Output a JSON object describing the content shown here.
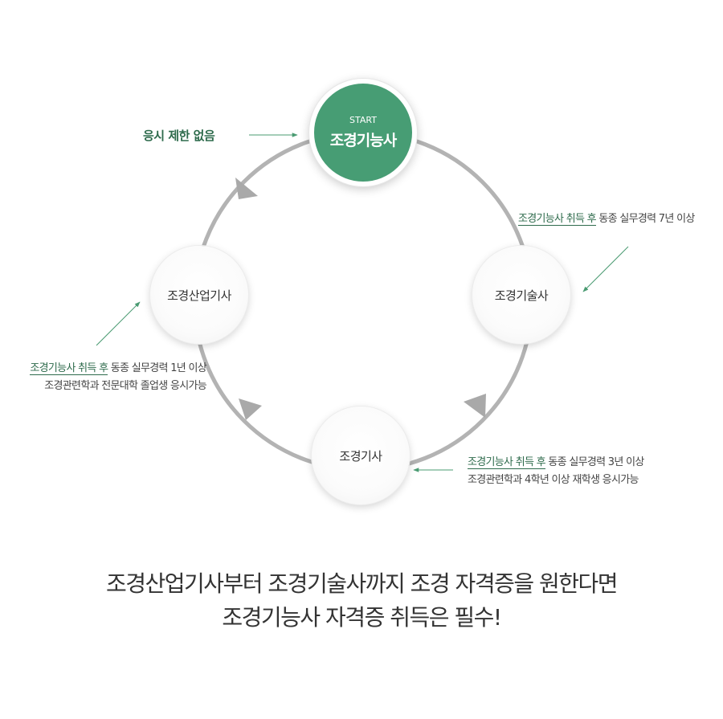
{
  "start_node": {
    "tag": "START",
    "title": "조경기능사"
  },
  "nodes": {
    "industrial_engineer": "조경산업기사",
    "master": "조경기술사",
    "engineer": "조경기사"
  },
  "no_limit_label": "응시 제한 없음",
  "notes": {
    "master": {
      "highlight": "조경기능사 취득 후",
      "rest": " 동종 실무경력 7년 이상"
    },
    "industrial_engineer": {
      "highlight": "조경기능사 취득 후",
      "rest": " 동종 실무경력 1년 이상",
      "line2": "조경관련학과 전문대학 졸업생 응시가능"
    },
    "engineer": {
      "highlight": "조경기능사 취득 후",
      "rest": " 동종 실무경력 3년 이상",
      "line2": "조경관련학과 4학년 이상 재학생 응시가능"
    }
  },
  "headline": {
    "line1": "조경산업기사부터 조경기술사까지 조경 자격증을 원한다면",
    "line2": "조경기능사 자격증 취득은 필수!"
  },
  "colors": {
    "accent": "#479d74",
    "accent_text": "#2e6b4c",
    "ring": "#b3b3b3",
    "arrow": "#4a9b72"
  }
}
